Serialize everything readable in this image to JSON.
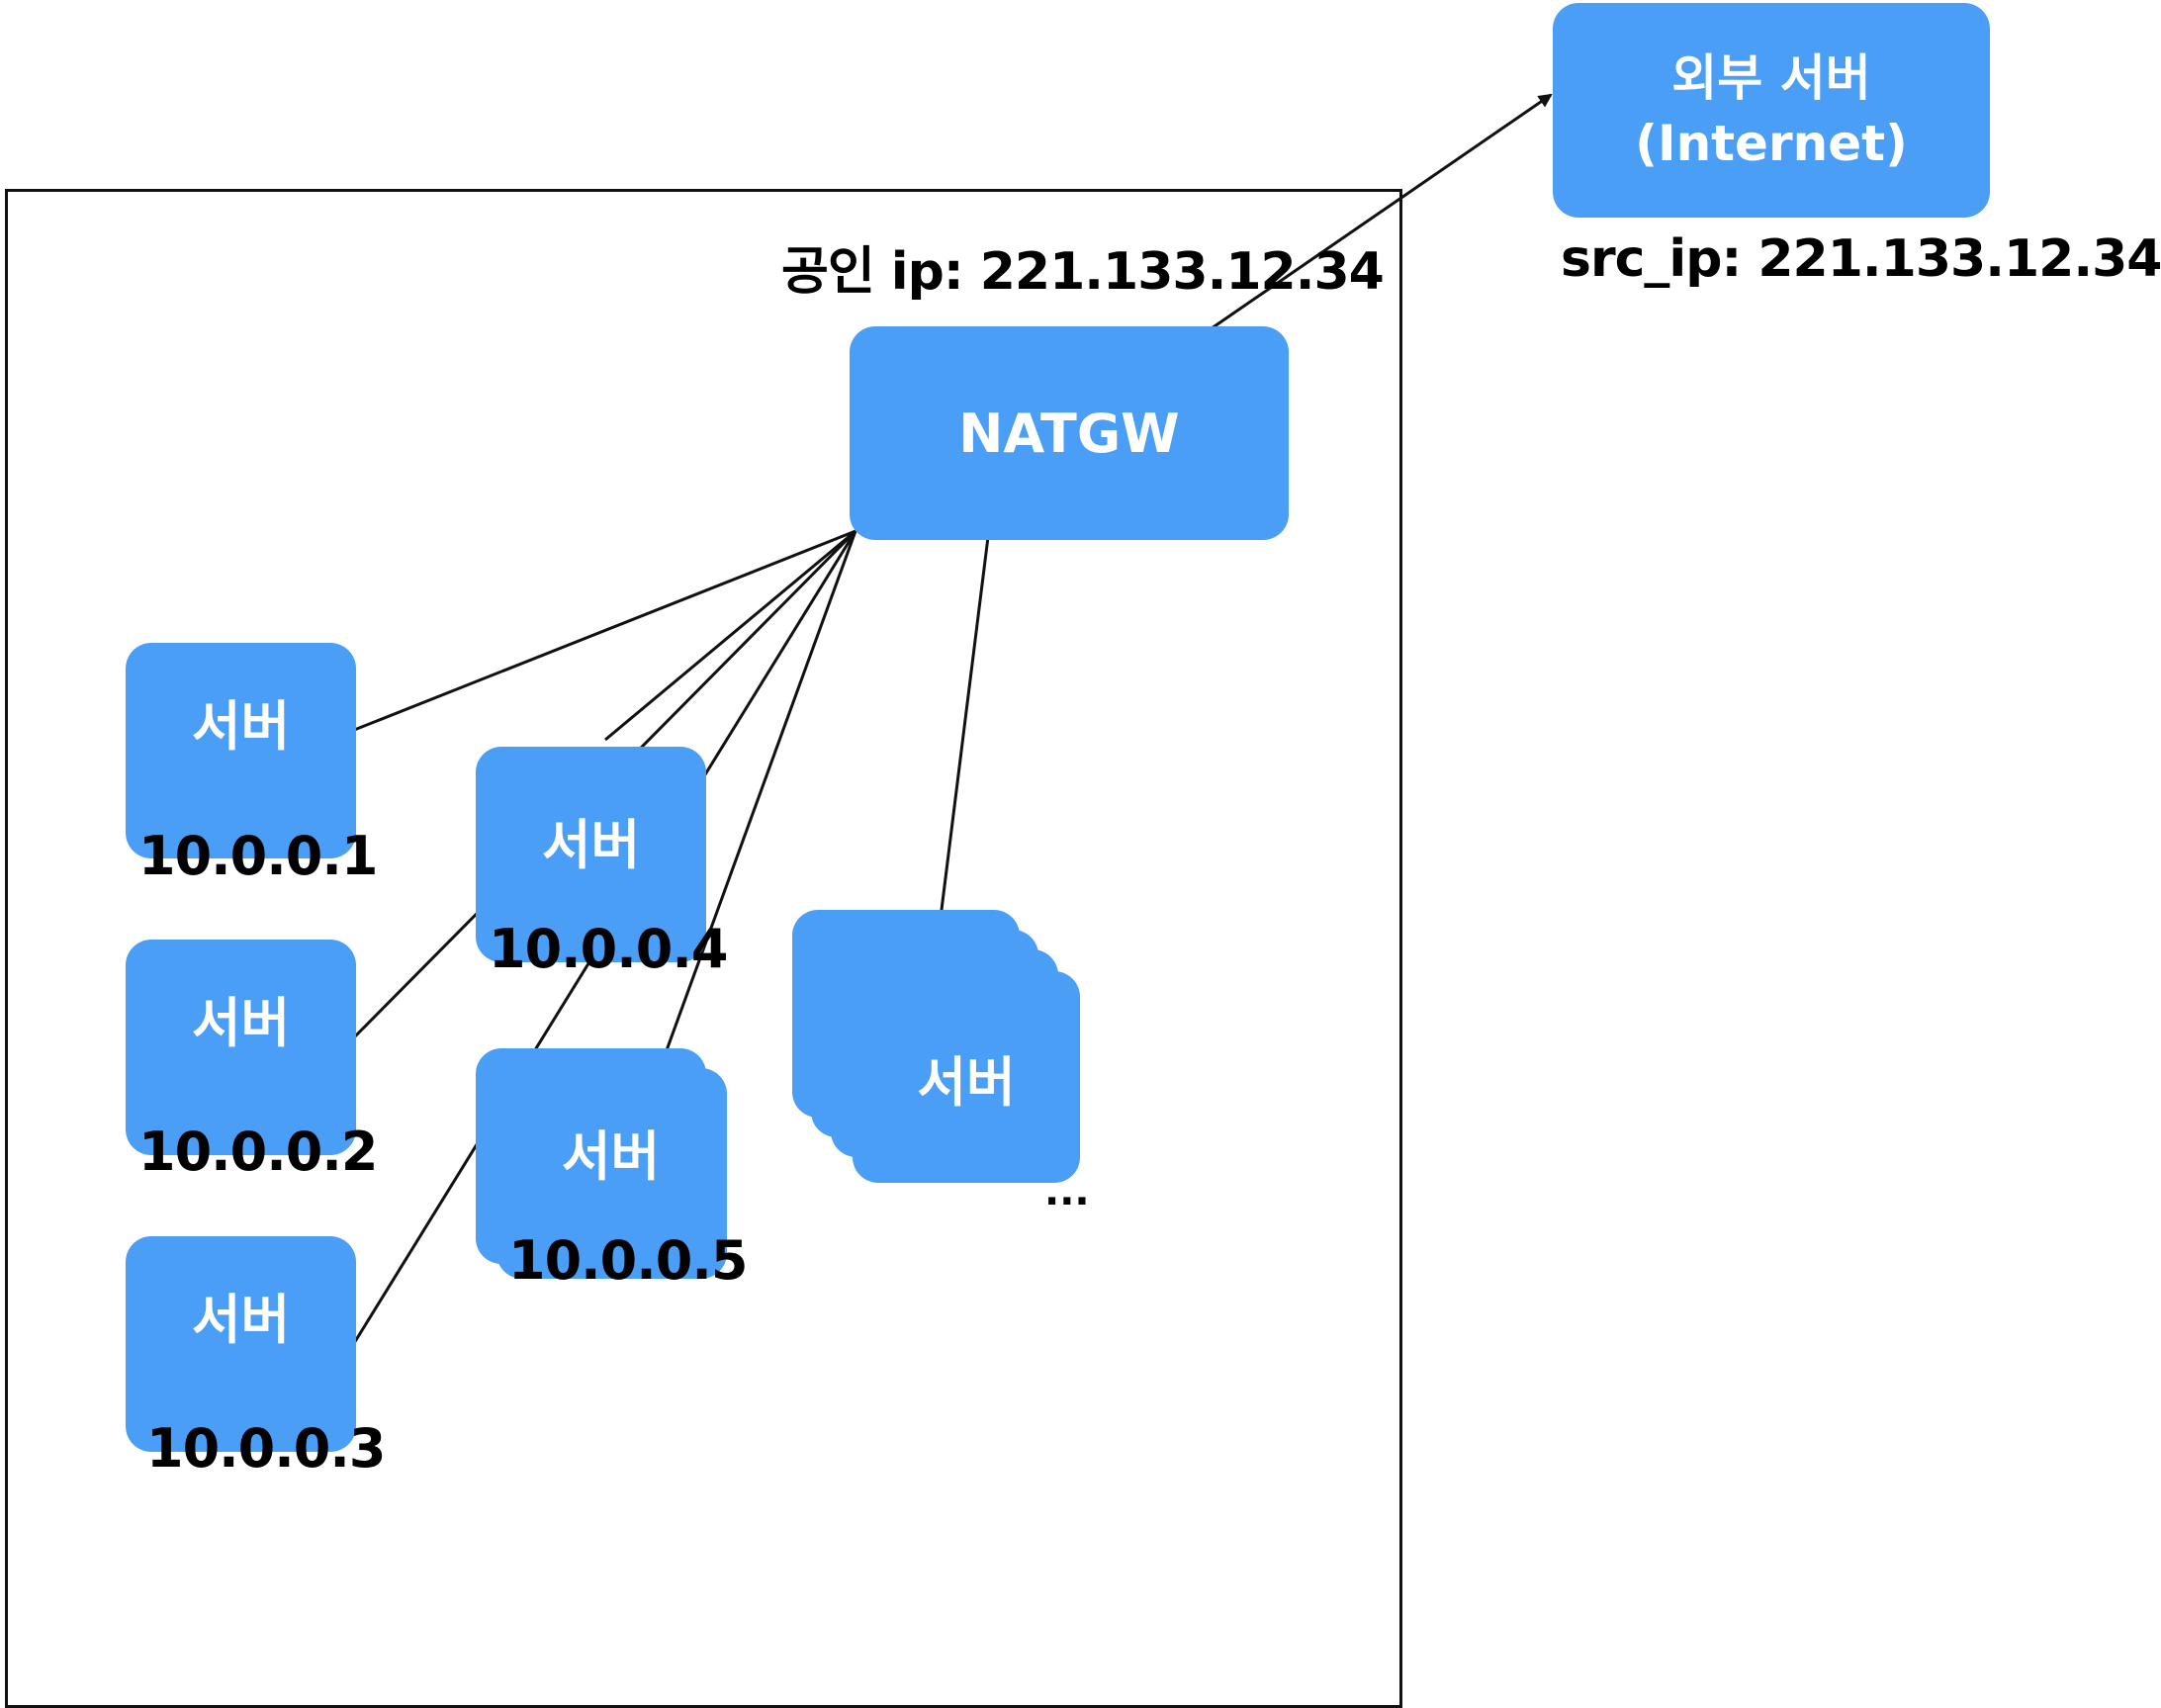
{
  "external_server": {
    "label_line1": "외부 서버",
    "label_line2": "(Internet)",
    "src_ip": "src_ip: 221.133.12.34"
  },
  "vpc": {
    "public_ip": "공인 ip: 221.133.12.34"
  },
  "natgw": {
    "label": "NATGW"
  },
  "servers": [
    {
      "label": "서버",
      "ip": "10.0.0.1"
    },
    {
      "label": "서버",
      "ip": "10.0.0.2"
    },
    {
      "label": "서버",
      "ip": "10.0.0.3"
    },
    {
      "label": "서버",
      "ip": "10.0.0.4"
    },
    {
      "label": "서버",
      "ip": "10.0.0.5"
    }
  ],
  "server_group": {
    "label": "서버",
    "more": "..."
  },
  "colors": {
    "node": "#4a9ef5",
    "line": "#111111"
  }
}
